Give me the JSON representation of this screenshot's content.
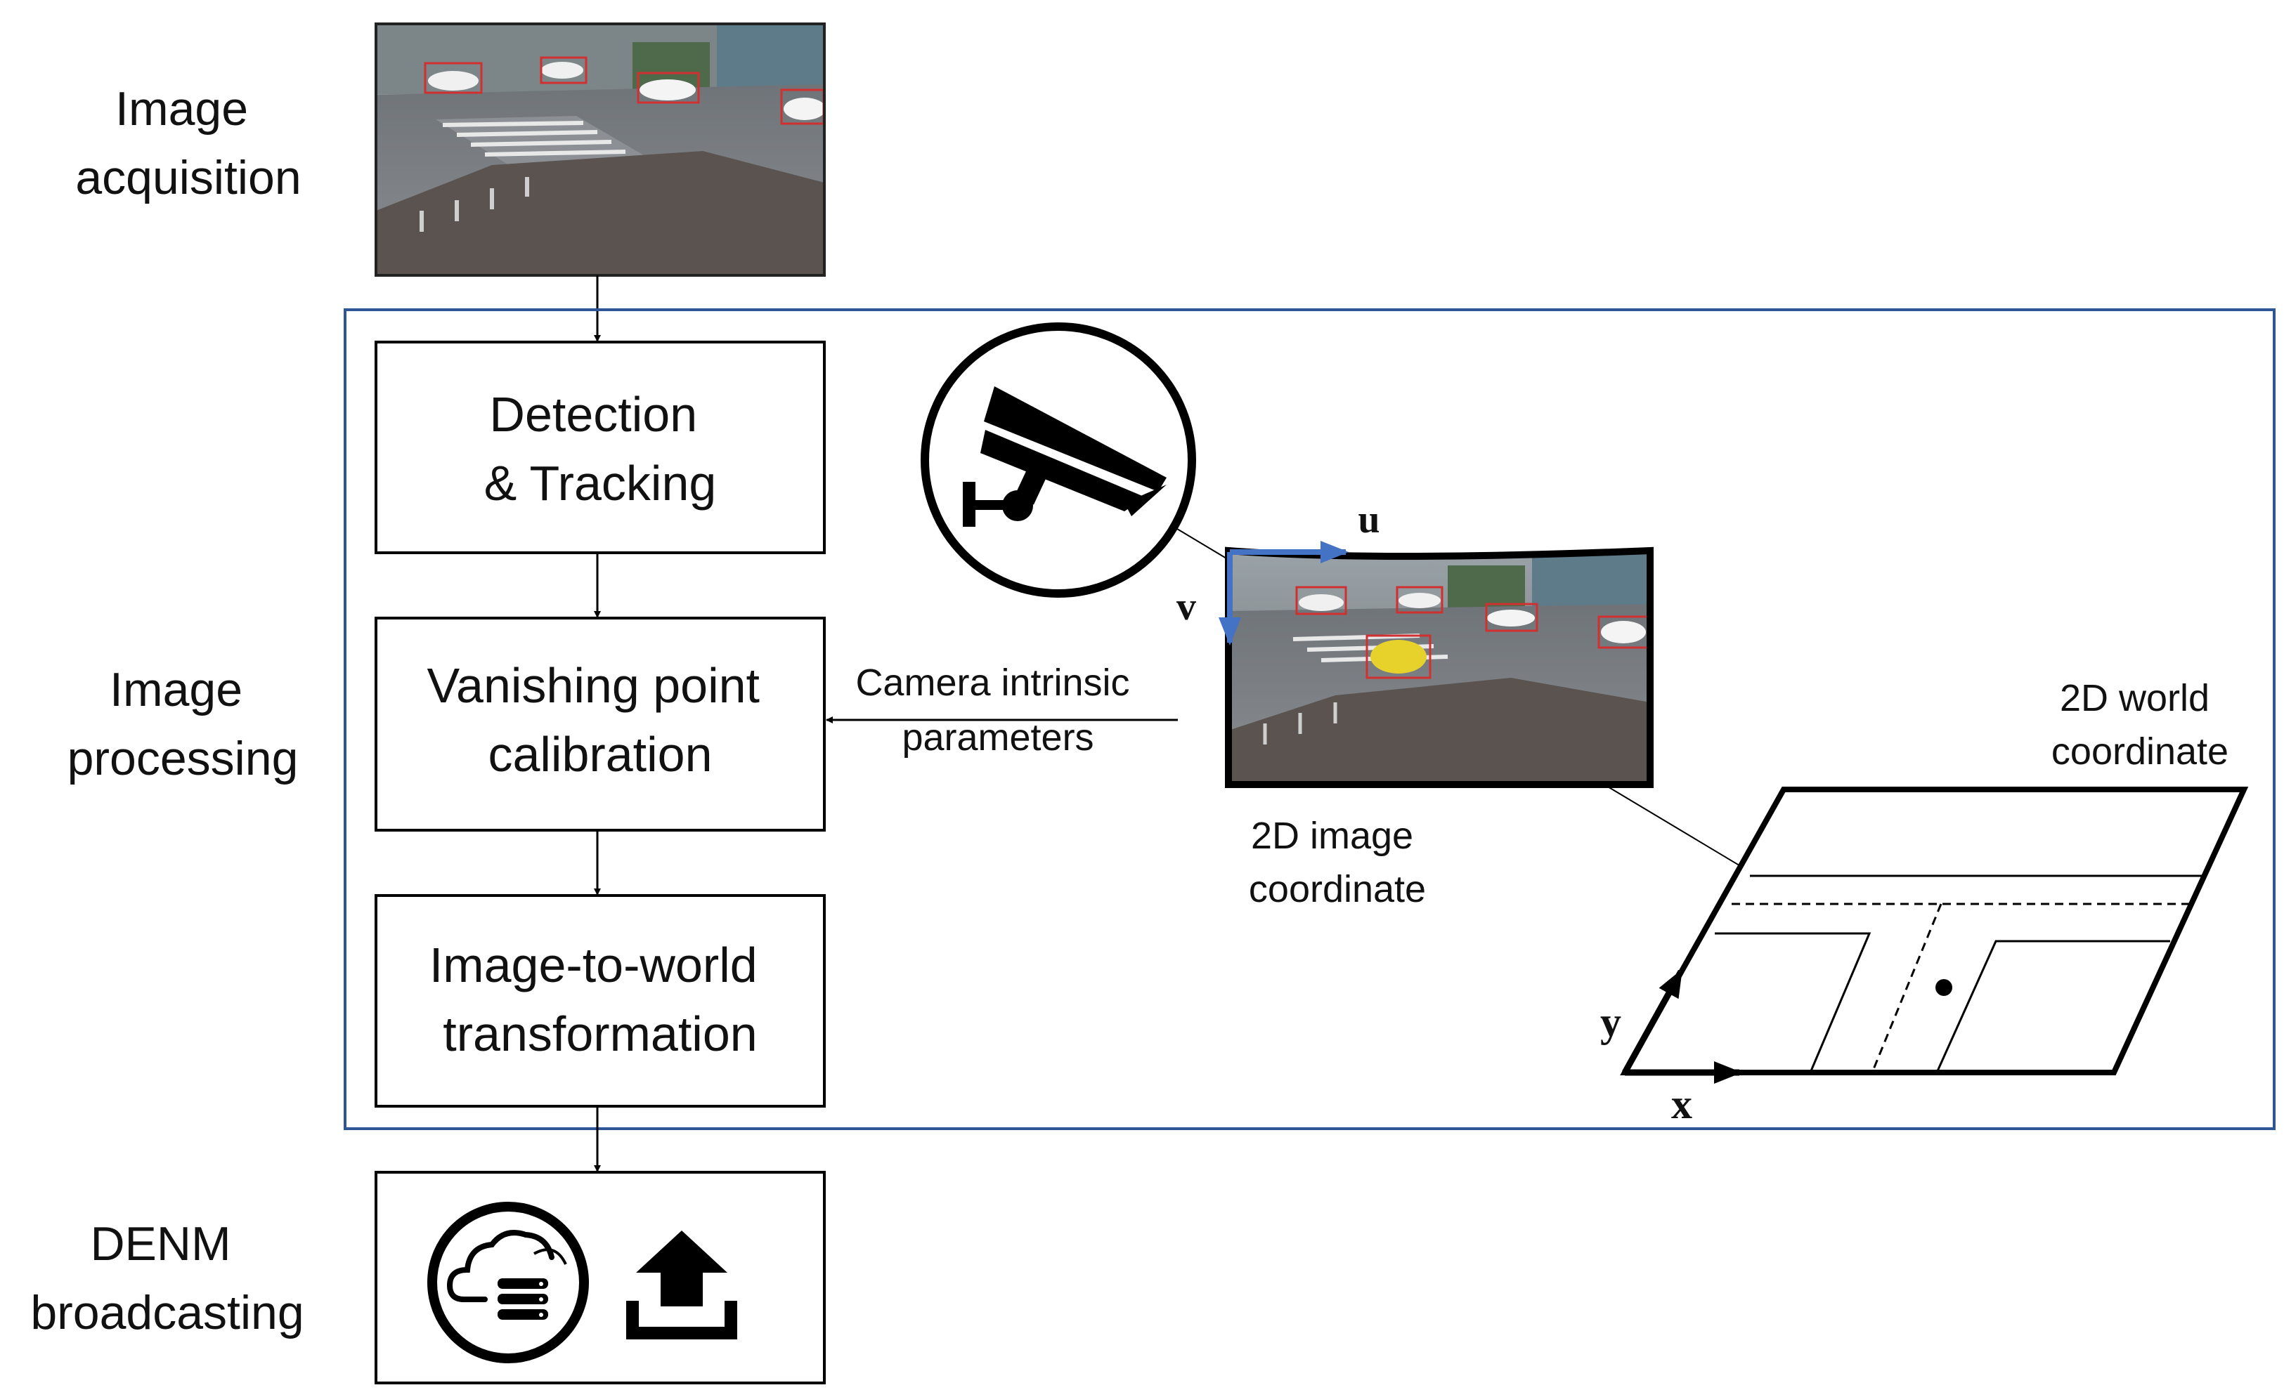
{
  "stages": {
    "acquisition": [
      "Image",
      "acquisition"
    ],
    "processing": [
      "Image",
      "processing"
    ],
    "broadcasting": [
      "DENM",
      "broadcasting"
    ]
  },
  "boxes": {
    "detection": [
      "Detection",
      "& Tracking"
    ],
    "vanishing": [
      "Vanishing point",
      "calibration"
    ],
    "transform": [
      "Image-to-world",
      "transformation"
    ]
  },
  "intrinsic_label": [
    "Camera intrinsic",
    "parameters"
  ],
  "image_coord_label": [
    "2D image",
    "coordinate"
  ],
  "world_coord_label": [
    "2D world",
    "coordinate"
  ],
  "axes": {
    "u": "u",
    "v": "v",
    "x": "x",
    "y": "y"
  },
  "icons": {
    "camera": "security-camera-icon",
    "cloud": "cloud-server-icon",
    "upload": "upload-icon",
    "photo_top": "street-photo",
    "photo_mid": "distorted-street-photo"
  },
  "colors": {
    "frame": "#2f5597",
    "axis_blue": "#4472c4",
    "box_border": "#000000"
  }
}
